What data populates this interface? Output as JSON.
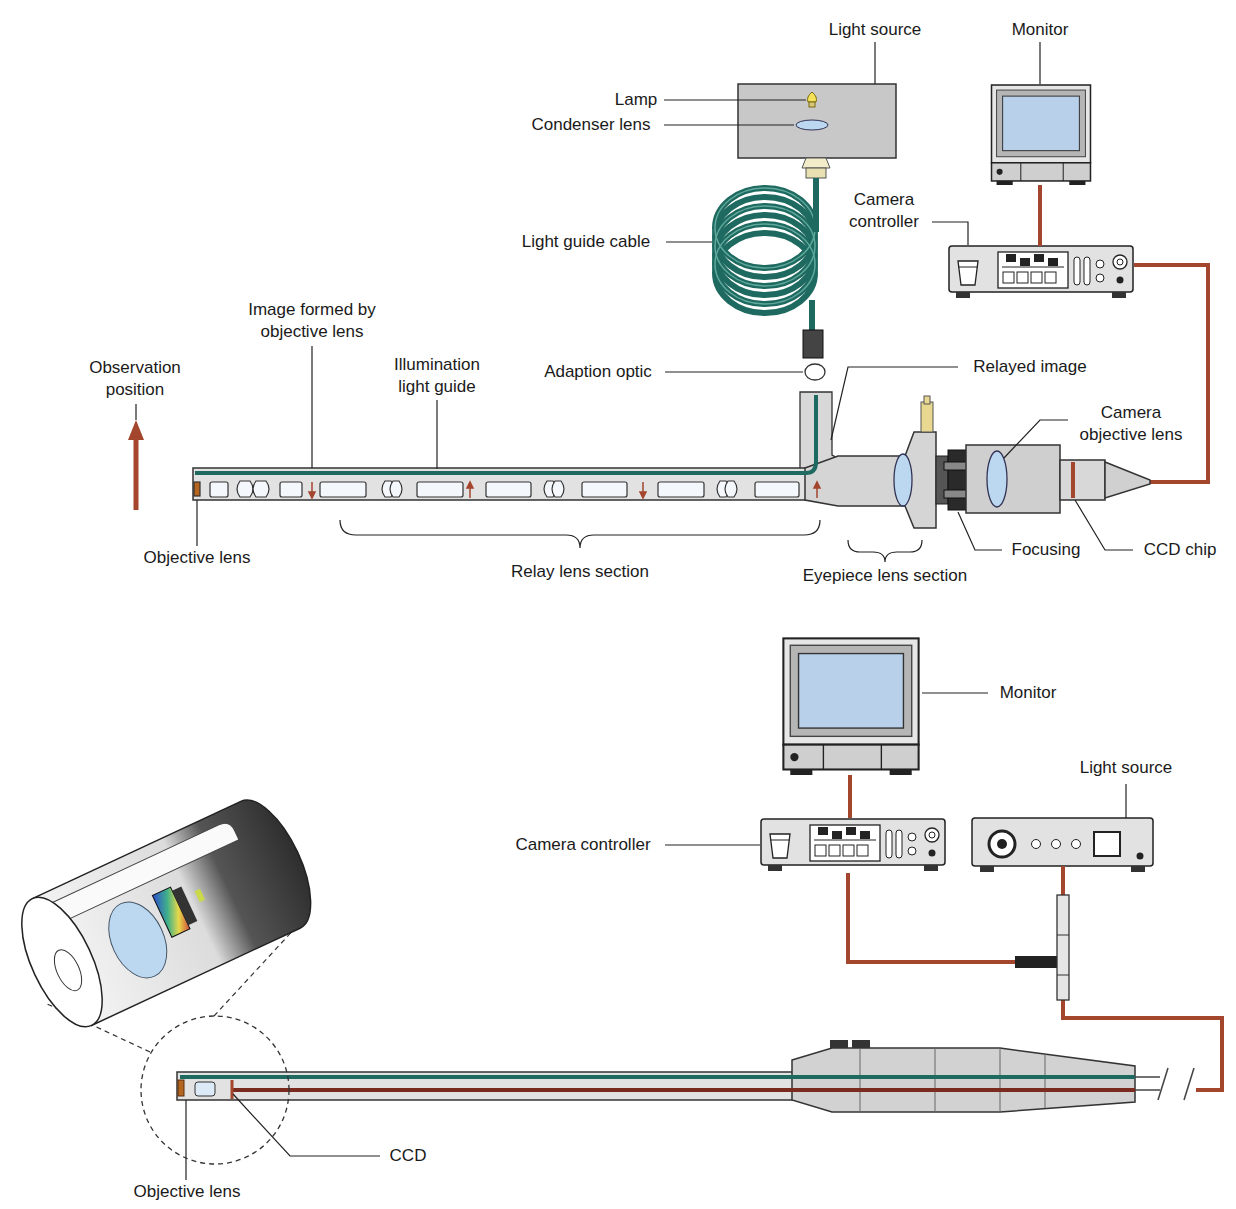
{
  "diagram": {
    "labels": [
      "Light source",
      "Monitor",
      "Lamp",
      "Condenser lens",
      "Camera controller",
      "Light guide cable",
      "Image formed by objective lens",
      "Observation position",
      "Illumination light guide",
      "Adaption optic",
      "Relayed image",
      "Camera objective lens",
      "Objective lens",
      "Relay lens section",
      "Eyepiece lens section",
      "Focusing",
      "CCD chip",
      "Monitor",
      "Light source",
      "Camera controller",
      "CCD",
      "Objective lens"
    ]
  }
}
